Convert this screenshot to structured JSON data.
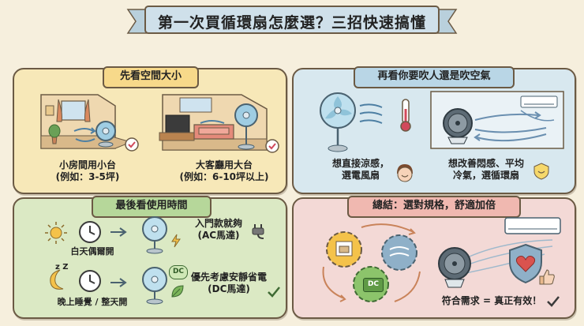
{
  "title": "第一次買循環扇怎麼選？三招快速搞懂",
  "panel_space": {
    "heading": "先看空間大小",
    "small_room_line1": "小房間用小台",
    "small_room_line2": "(例如：3-5坪)",
    "big_room_line1": "大客廳用大台",
    "big_room_line2": "(例如：6-10坪以上)"
  },
  "panel_airflow": {
    "heading": "再看你要吹人還是吹空氣",
    "direct_line1": "想直接涼感，",
    "direct_line2": "選電風扇",
    "circulate_line1": "想改善悶感、平均",
    "circulate_line2": "冷氣，選循環扇"
  },
  "panel_time": {
    "heading": "最後看使用時間",
    "day_label": "白天偶爾開",
    "night_label": "晚上睡覺 / 整天開",
    "ac_line1": "入門款就夠",
    "ac_line2": "(AC馬達)",
    "dc_line1": "優先考慮安靜省電",
    "dc_line2": "(DC馬達)",
    "dc_badge": "DC",
    "zz": "z Z"
  },
  "panel_summary": {
    "heading": "總結：選對規格，舒適加倍",
    "conclusion": "符合需求 = 真正有效！",
    "dc_badge": "DC"
  },
  "colors": {
    "yellow_panel": "#f7e8b8",
    "blue_panel": "#d8e8ef",
    "green_panel": "#dbe9c4",
    "pink_panel": "#f3d9d6",
    "ribbon": "#cfe0ea",
    "outline": "#6b5a44"
  }
}
